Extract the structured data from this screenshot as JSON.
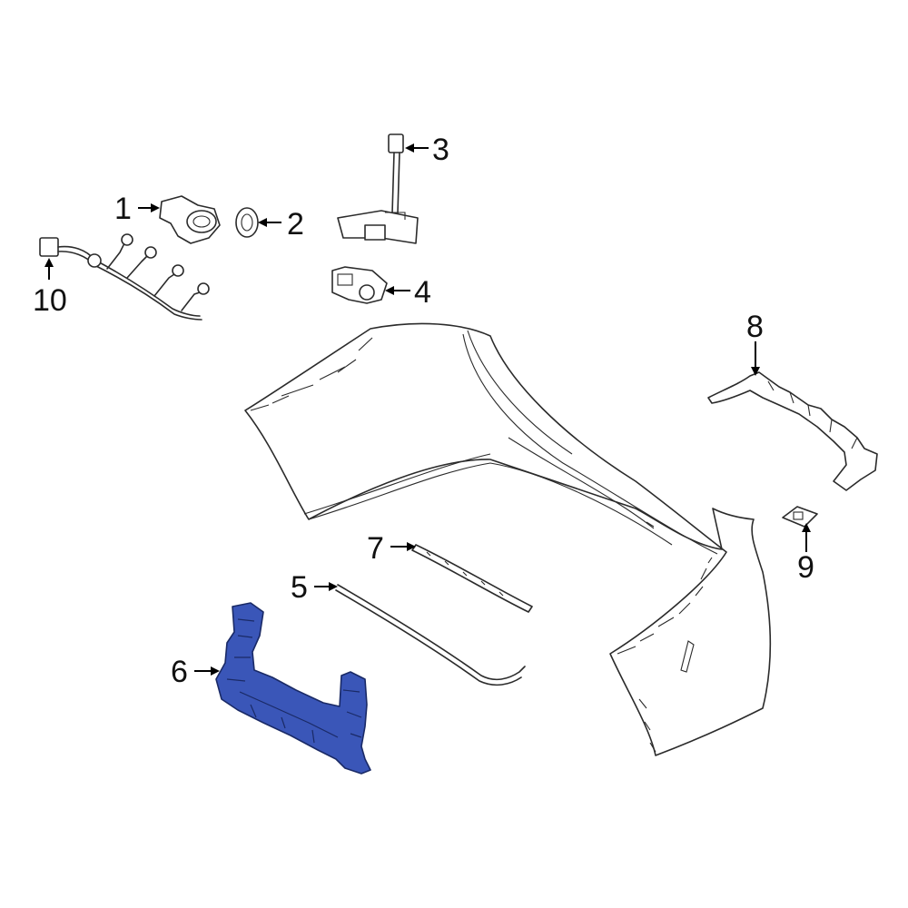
{
  "callouts": {
    "c1": "1",
    "c2": "2",
    "c3": "3",
    "c4": "4",
    "c5": "5",
    "c6": "6",
    "c7": "7",
    "c8": "8",
    "c9": "9",
    "c10": "10"
  },
  "colors": {
    "highlight_fill": "#3a56b8",
    "highlight_stroke": "#1a2a66",
    "line": "#2b2b2b",
    "background": "#ffffff"
  },
  "highlighted_part": "6"
}
